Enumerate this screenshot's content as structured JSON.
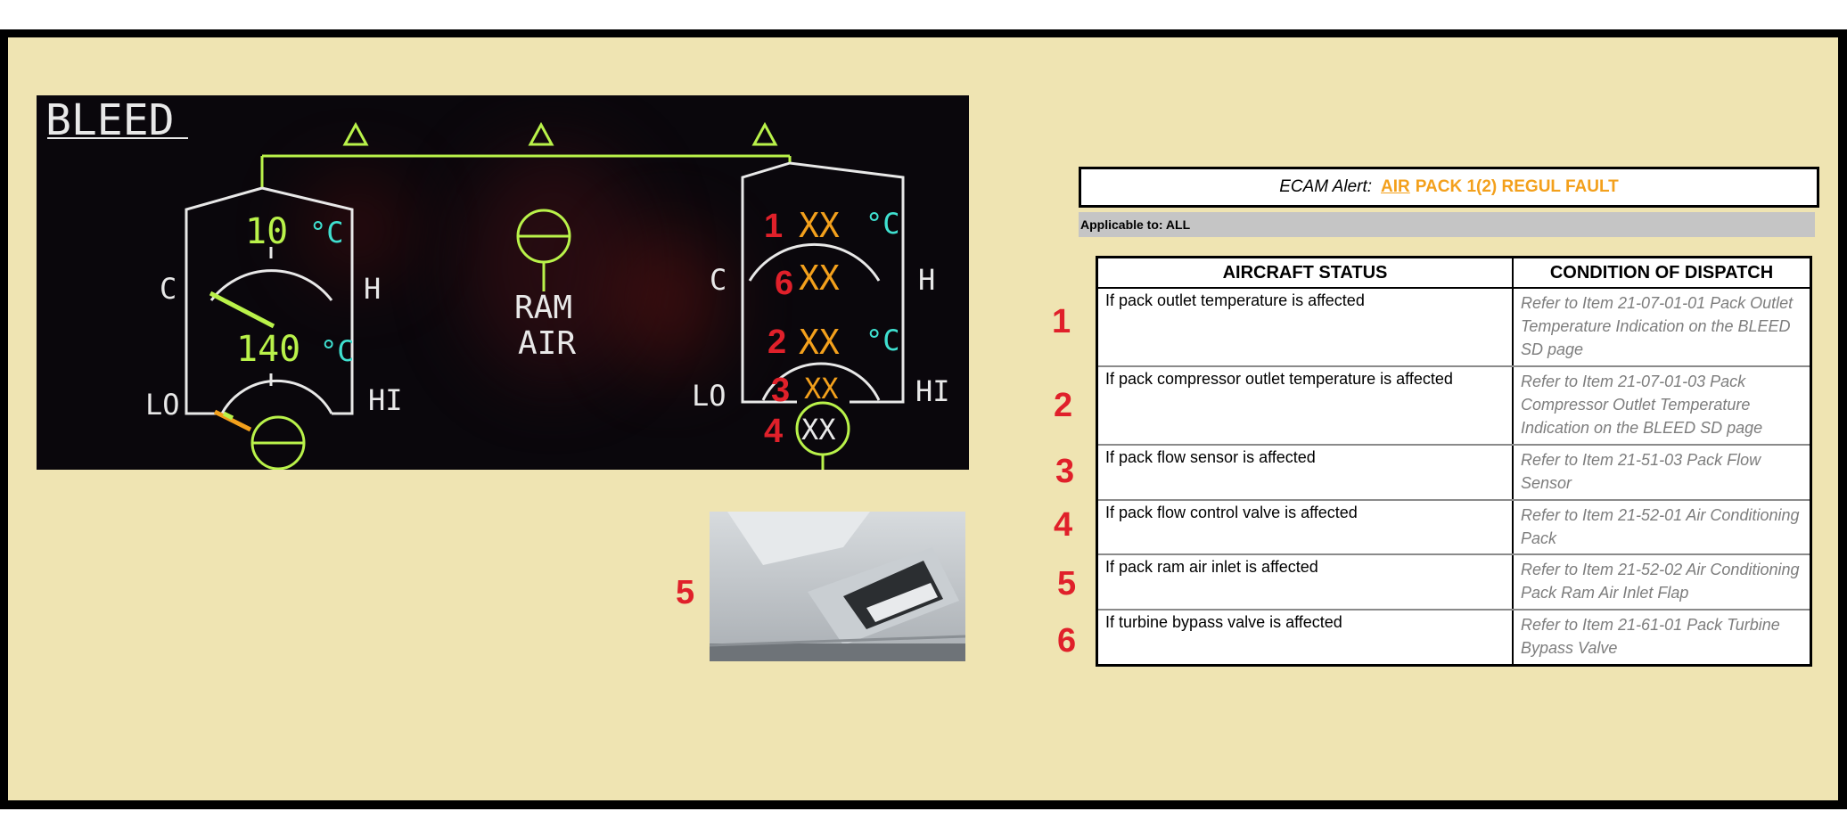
{
  "ecam_display": {
    "page_title": "BLEED",
    "left_pack": {
      "outlet_temp_value": "10",
      "outlet_temp_unit": "°C",
      "compressor_temp_value": "140",
      "compressor_temp_unit": "°C",
      "cold_label": "C",
      "hot_label": "H",
      "low_label": "LO",
      "high_label": "HI"
    },
    "ram_air": {
      "line1": "RAM",
      "line2": "AIR"
    },
    "right_pack": {
      "outlet_temp_value": "XX",
      "outlet_temp_unit": "°C",
      "bypass_value": "XX",
      "compressor_temp_value": "XX",
      "compressor_temp_unit": "°C",
      "flow_value": "XX",
      "valve_value": "XX",
      "cold_label": "C",
      "hot_label": "H",
      "low_label": "LO",
      "high_label": "HI"
    },
    "callouts": [
      "1",
      "6",
      "2",
      "3",
      "4"
    ]
  },
  "photo_callout": "5",
  "alert": {
    "label": "ECAM Alert:",
    "system": "AIR",
    "message": "PACK 1(2) REGUL FAULT"
  },
  "applicability": "Applicable to: ALL",
  "table": {
    "headers": [
      "AIRCRAFT STATUS",
      "CONDITION OF DISPATCH"
    ],
    "rows": [
      {
        "num": "1",
        "status": "If pack outlet temperature is affected",
        "condition": "Refer to Item 21-07-01-01 Pack Outlet Temperature Indication on the BLEED SD page"
      },
      {
        "num": "2",
        "status": "If pack compressor outlet temperature is affected",
        "condition": "Refer to Item 21-07-01-03 Pack Compressor Outlet Temperature Indication on the BLEED SD page"
      },
      {
        "num": "3",
        "status": "If pack flow sensor is affected",
        "condition": "Refer to Item 21-51-03 Pack Flow Sensor"
      },
      {
        "num": "4",
        "status": "If pack flow control valve is affected",
        "condition": "Refer to Item 21-52-01 Air Conditioning Pack"
      },
      {
        "num": "5",
        "status": "If pack ram air inlet is affected",
        "condition": "Refer to Item 21-52-02 Air Conditioning Pack Ram Air Inlet Flap"
      },
      {
        "num": "6",
        "status": "If turbine bypass valve is affected",
        "condition": "Refer to Item 21-61-01 Pack Turbine Bypass Valve"
      }
    ]
  },
  "colors": {
    "page_bg": "#efe4b2",
    "ecam_green": "#b9f24a",
    "ecam_cyan": "#3fe0d0",
    "ecam_amber": "#f3a01c",
    "ecam_white": "#e8e8e8",
    "callout_red": "#e0202a"
  }
}
